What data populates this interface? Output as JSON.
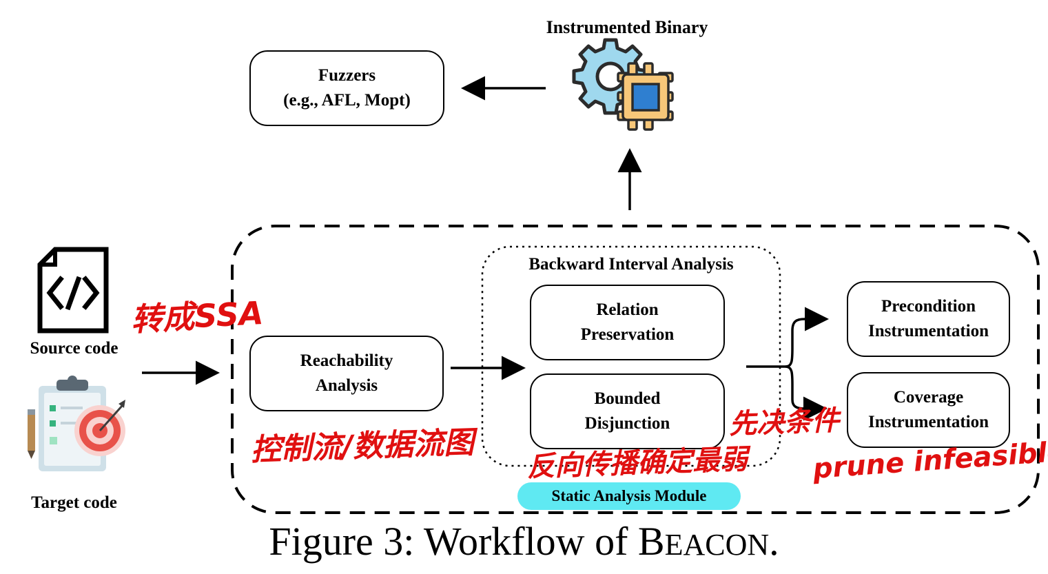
{
  "title": "Figure 3: Workflow of BEACON.",
  "caption": {
    "prefix": "Figure 3: Workflow of ",
    "name_first": "B",
    "name_rest": "EACON",
    "suffix": "."
  },
  "inputs": {
    "source_label": "Source code",
    "target_label": "Target code"
  },
  "top": {
    "instrumented_binary_label": "Instrumented Binary",
    "fuzzers_line1": "Fuzzers",
    "fuzzers_line2": "(e.g., AFL, Mopt)"
  },
  "module": {
    "label": "Static Analysis Module",
    "backward_label": "Backward Interval Analysis",
    "reachability_line1": "Reachability",
    "reachability_line2": "Analysis",
    "relation_line1": "Relation",
    "relation_line2": "Preservation",
    "bounded_line1": "Bounded",
    "bounded_line2": "Disjunction",
    "precondition_line1": "Precondition",
    "precondition_line2": "Instrumentation",
    "coverage_line1": "Coverage",
    "coverage_line2": "Instrumentation"
  },
  "annotations": {
    "ssa": "转成SSA",
    "flow_graph": "控制流/数据流图",
    "backward": "反向传播确定最弱",
    "precondition": "先决条件",
    "prune": "prune infeasible"
  },
  "colors": {
    "annotation": "#e01010",
    "module_pill": "#5fe9f2",
    "chip_body": "#f7c779",
    "chip_core": "#2f7fd0",
    "gear": "#9fd8ee",
    "target_ring": "#e8524a"
  },
  "icons": {
    "source": "code-file-icon",
    "target": "target-clipboard-icon",
    "binary": "gear-chip-icon"
  }
}
